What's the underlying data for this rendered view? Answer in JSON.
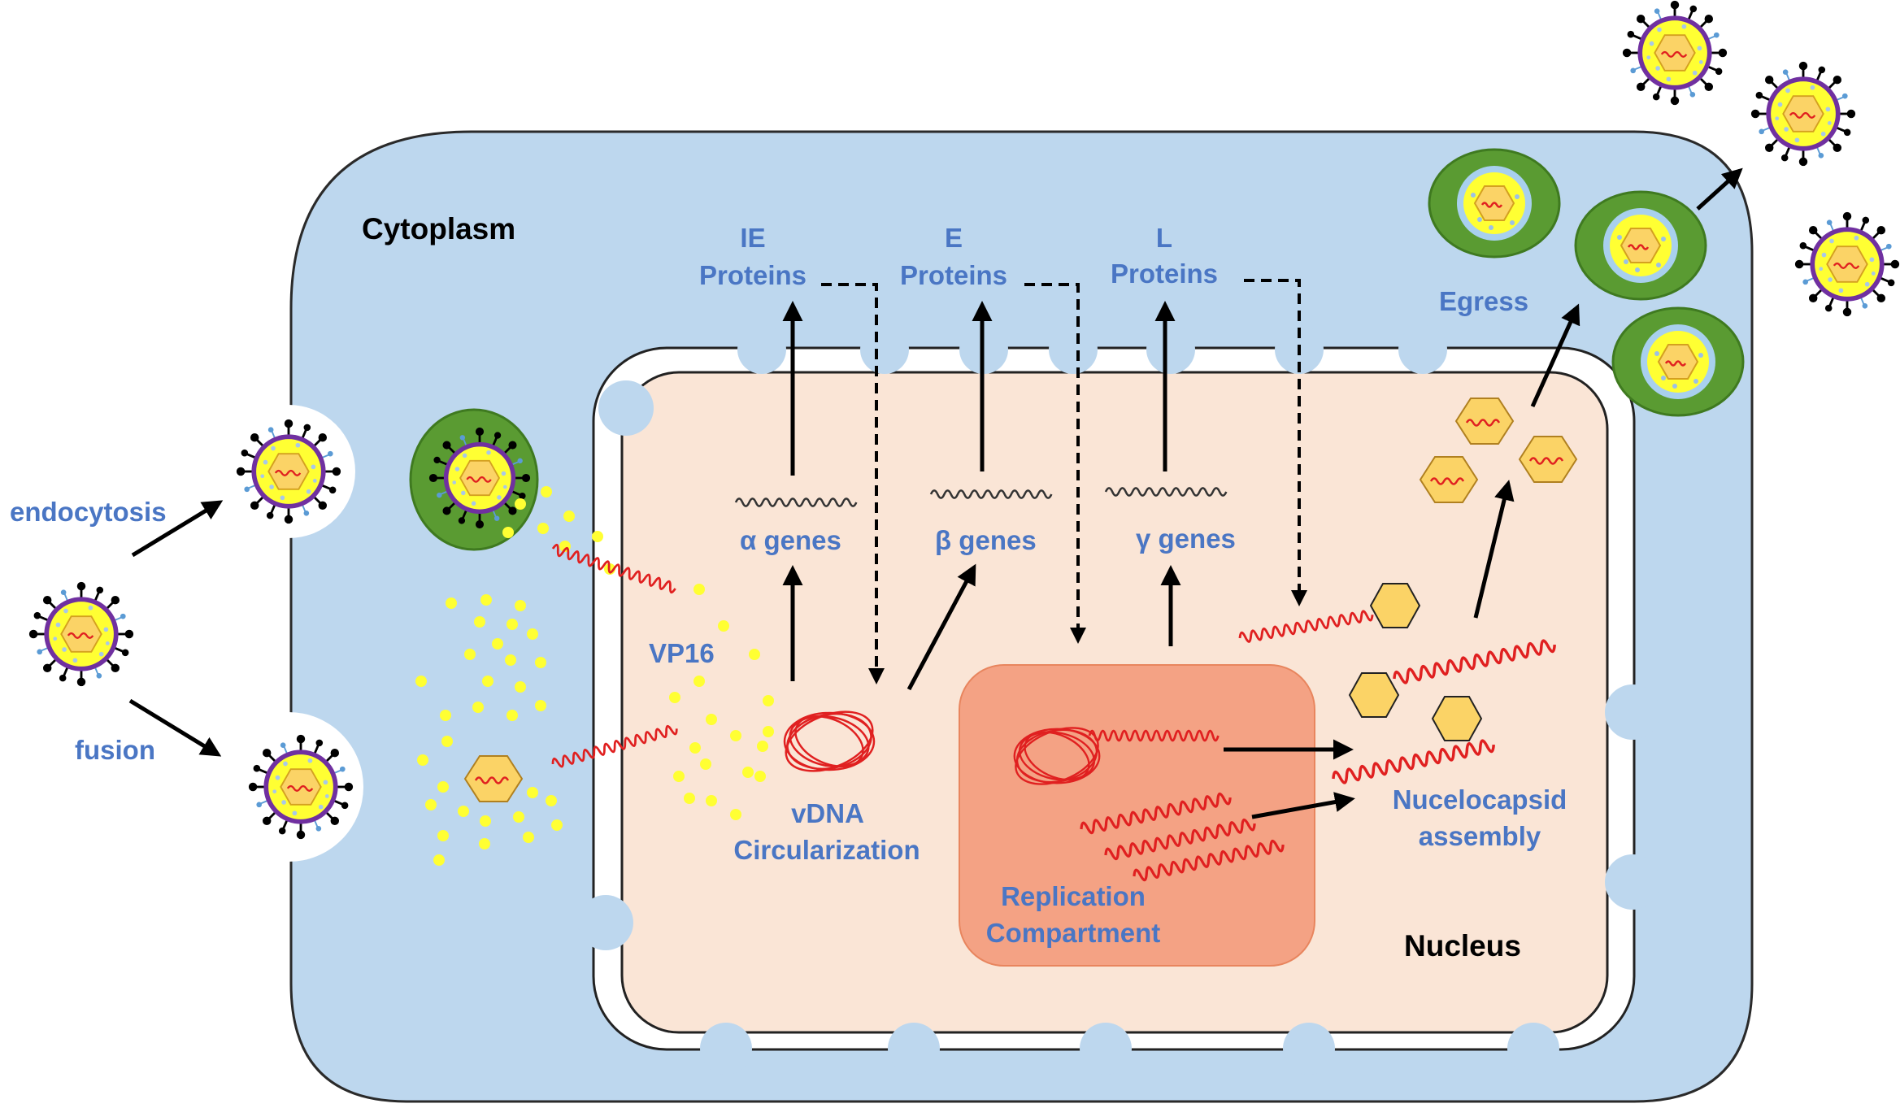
{
  "labels": {
    "cytoplasm": "Cytoplasm",
    "nucleus": "Nucleus",
    "endocytosis": "endocytosis",
    "fusion": "fusion",
    "vp16": "VP16",
    "ie_1": "IE",
    "ie_2": "Proteins",
    "e_1": "E",
    "e_2": "Proteins",
    "l_1": "L",
    "l_2": "Proteins",
    "egress": "Egress",
    "alpha_genes": "α genes",
    "beta_genes": "β genes",
    "gamma_genes": "γ genes",
    "vdna_1": "vDNA",
    "vdna_2": "Circularization",
    "replication_1": "Replication",
    "replication_2": "Compartment",
    "nucleocapsid_1": "Nucelocapsid",
    "nucleocapsid_2": "assembly"
  },
  "colors": {
    "cytoplasm": "#bdd7ee",
    "nucleus": "#fae5d6",
    "replication": "#f4a284",
    "label_blue": "#4a76c4",
    "dna_red": "#e02020",
    "capsid_yellow": "#fbd366",
    "envelope_purple": "#7030a0",
    "tegument_yellow": "#ffff33",
    "vesicle_green": "#5a9b32"
  }
}
